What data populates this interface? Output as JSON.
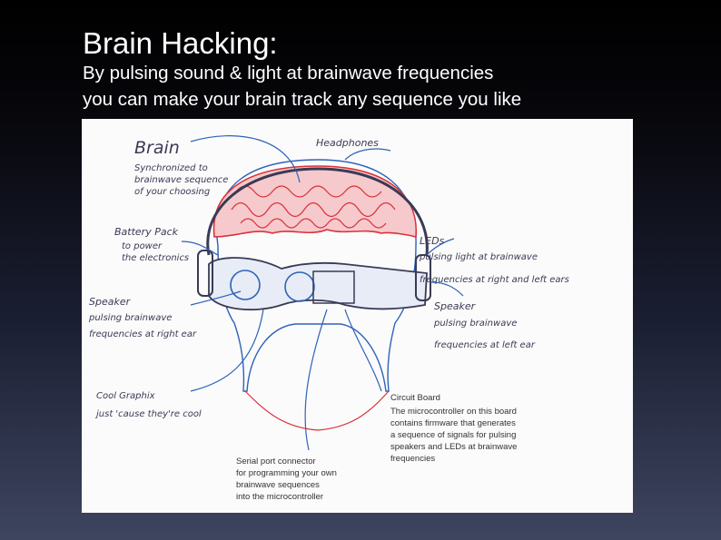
{
  "slide": {
    "title": "Brain Hacking:",
    "subtitle_lines": [
      "By pulsing sound & light at brainwave frequencies",
      "you can make your brain track any sequence you like"
    ]
  },
  "diagram": {
    "labels": {
      "brain_heading": "Brain",
      "brain_desc": [
        "Synchronized to",
        "brainwave sequence",
        "of your choosing"
      ],
      "headphones": "Headphones",
      "battery_heading": "Battery Pack",
      "battery_desc": [
        "to power",
        "the electronics"
      ],
      "speaker_left_heading": "Speaker",
      "speaker_left_desc": [
        "pulsing brainwave",
        "frequencies at right ear"
      ],
      "leds_heading": "LEDs",
      "leds_desc": [
        "pulsing light at brainwave",
        "frequencies at right and left ears"
      ],
      "speaker_right_heading": "Speaker",
      "speaker_right_desc": [
        "pulsing brainwave",
        "frequencies at left ear"
      ],
      "cool_graphix": [
        "Cool Graphix",
        "just 'cause they're cool"
      ],
      "circuit_board": [
        "Circuit Board",
        "The microcontroller on this board",
        "contains firmware that generates",
        "a sequence of signals for pulsing",
        "speakers and LEDs at brainwave",
        "frequencies"
      ],
      "serial_port": [
        "Serial port connector",
        "for programming your own",
        "brainwave sequences",
        "into the microcontroller"
      ]
    },
    "colors": {
      "brain": "#d9323a",
      "ink_blue": "#2d63b8",
      "ink_dark": "#3a3a55"
    }
  }
}
